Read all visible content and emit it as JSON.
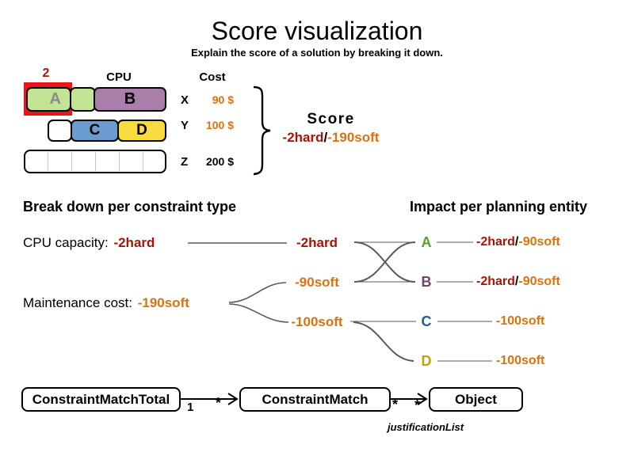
{
  "header": {
    "title": "Score visualization",
    "subtitle": "Explain the score of a solution by breaking it down."
  },
  "machine": {
    "highlight_count": "2",
    "cpu_label": "CPU",
    "cost_label": "Cost",
    "computers": [
      {
        "name": "X",
        "cost": "90 $"
      },
      {
        "name": "Y",
        "cost": "100 $"
      },
      {
        "name": "Z",
        "cost": "200 $"
      }
    ],
    "processes": {
      "a": "A",
      "b": "B",
      "c": "C",
      "d": "D"
    }
  },
  "score": {
    "label": "Score",
    "hard": "-2hard",
    "separator": "/",
    "soft": "-190soft"
  },
  "breakdown": {
    "heading": "Break down per constraint type",
    "constraints": [
      {
        "label": "CPU capacity:",
        "score": "-2hard"
      },
      {
        "label": "Maintenance cost:",
        "score": "-190soft"
      }
    ],
    "matches": [
      {
        "score": "-2hard"
      },
      {
        "score": "-90soft"
      },
      {
        "score": "-100soft"
      }
    ]
  },
  "impact": {
    "heading": "Impact per planning entity",
    "entities": [
      {
        "name": "A",
        "hard": "-2hard",
        "separator": "/",
        "soft": "-90soft"
      },
      {
        "name": "B",
        "hard": "-2hard",
        "separator": "/",
        "soft": "-90soft"
      },
      {
        "name": "C",
        "soft": "-100soft"
      },
      {
        "name": "D",
        "soft": "-100soft"
      }
    ]
  },
  "uml": {
    "classes": [
      "ConstraintMatchTotal",
      "ConstraintMatch",
      "Object"
    ],
    "multiplicities": [
      "1",
      "*",
      "*",
      "*"
    ],
    "association_label": "justificationList"
  },
  "colors": {
    "hard": "#a31508",
    "soft": "#d9720f",
    "entity-a": "#55a12b",
    "entity-b": "#6f466f",
    "entity-c": "#255d8d",
    "entity-d": "#bda40b",
    "box-green": "#c3e495",
    "box-purple": "#a97fa9",
    "box-blue": "#6b9ccf",
    "box-yellow": "#f8dc3e",
    "highlight-red": "#ea1515",
    "muted-letter": "#8b8b8b",
    "line-gray": "#5a5a5a"
  }
}
